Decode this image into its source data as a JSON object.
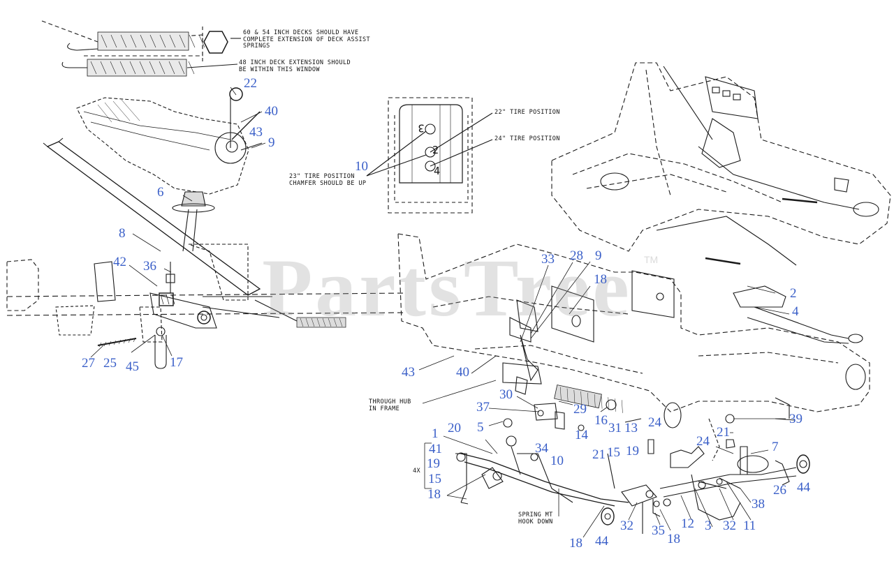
{
  "colors": {
    "callout": "#3a5fc8",
    "line_art": "#1a1a1a",
    "watermark": "#9a9a9a",
    "background": "#ffffff"
  },
  "watermark": {
    "text": "PartsTree",
    "tm": "TM"
  },
  "notes": {
    "deck_springs": "60 & 54 INCH DECKS SHOULD HAVE\nCOMPLETE EXTENSION OF DECK ASSIST\nSPRINGS",
    "deck_48": "48 INCH DECK EXTENSION SHOULD\nBE WITHIN THIS WINDOW",
    "tire_22": "22\" TIRE POSITION",
    "tire_24": "24\" TIRE POSITION",
    "tire_23": "23\" TIRE POSITION\nCHAMFER SHOULD BE UP",
    "through_hub": "THROUGH HUB\nIN FRAME",
    "spring_hook": "SPRING MT\nHOOK DOWN",
    "four_x": "4X"
  },
  "plate_numbers": [
    "3",
    "2",
    "4"
  ],
  "callouts": [
    "22",
    "40",
    "43",
    "9",
    "10",
    "6",
    "8",
    "42",
    "36",
    "27",
    "25",
    "45",
    "17",
    "33",
    "28",
    "9",
    "18",
    "2",
    "4",
    "43",
    "40",
    "30",
    "29",
    "16",
    "31",
    "13",
    "24",
    "39",
    "37",
    "14",
    "5",
    "20",
    "1",
    "34",
    "10",
    "21",
    "41",
    "19",
    "15",
    "18",
    "21",
    "15",
    "19",
    "24",
    "7",
    "38",
    "26",
    "44",
    "18",
    "44",
    "32",
    "35",
    "18",
    "12",
    "3",
    "32",
    "11"
  ]
}
